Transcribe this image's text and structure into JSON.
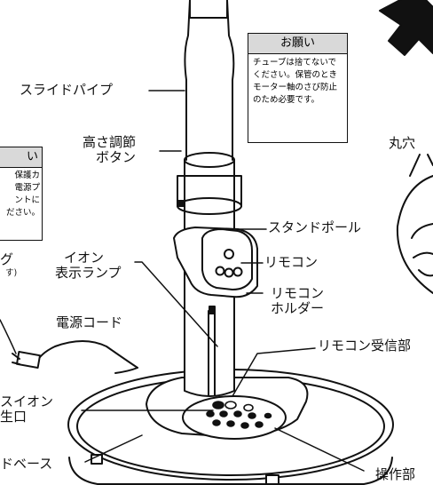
{
  "labels": {
    "slide_pipe": "スライドパイプ",
    "height_button_1": "高さ調節",
    "height_button_2": "ボタン",
    "stand_pole": "スタンドポール",
    "remote": "リモコン",
    "remote_holder_1": "リモコン",
    "remote_holder_2": "ホルダー",
    "remote_receiver": "リモコン受信部",
    "ion_lamp_1": "イオン",
    "ion_lamp_2": "表示ランプ",
    "power_cord": "電源コード",
    "maru_ana": "丸穴",
    "operation": "操作部",
    "left_cut_1": "グ",
    "left_cut_2": "す)",
    "left_ion_1": "スイオン",
    "left_ion_2": "生口",
    "left_base": "ドベース"
  },
  "notice_box": {
    "title": "お願い",
    "lines": [
      "チューブは捨てないで",
      "ください。保管のとき",
      "モーター軸のさび防止",
      "のため必要です。"
    ]
  },
  "left_box": {
    "title": "い",
    "lines": [
      "保護カ",
      "電源プ",
      "ントに",
      "ださい。"
    ]
  }
}
